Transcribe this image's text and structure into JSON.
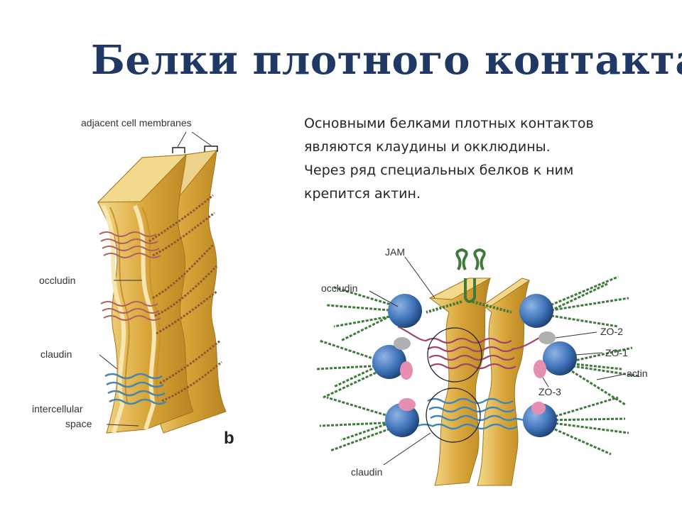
{
  "title": "Белки плотного контакта",
  "description": [
    "Основными белками плотных контактов",
    "являются клаудины и окклюдины.",
    "Через ряд специальных белков к ним",
    "крепится актин."
  ],
  "figure_left": {
    "labels": {
      "membranes": "adjacent cell membranes",
      "occludin": "occludin",
      "claudin": "claudin",
      "space_line1": "intercellular",
      "space_line2": "space",
      "panel": "b"
    }
  },
  "figure_right": {
    "labels": {
      "jam": "JAM",
      "occludin": "occludin",
      "zo2": "ZO-2",
      "zo1": "ZO-1",
      "actin": "actin",
      "zo3": "ZO-3",
      "claudin": "claudin"
    }
  },
  "colors": {
    "title": "#1f3864",
    "membrane": "#d9a63a",
    "membrane_light": "#f3d98c",
    "occludin_strand": "#b06060",
    "claudin_strand": "#4a86a8",
    "zo_protein": "#3f73b8",
    "zo3_protein": "#e58fb0",
    "actin": "#3f7a3a"
  }
}
